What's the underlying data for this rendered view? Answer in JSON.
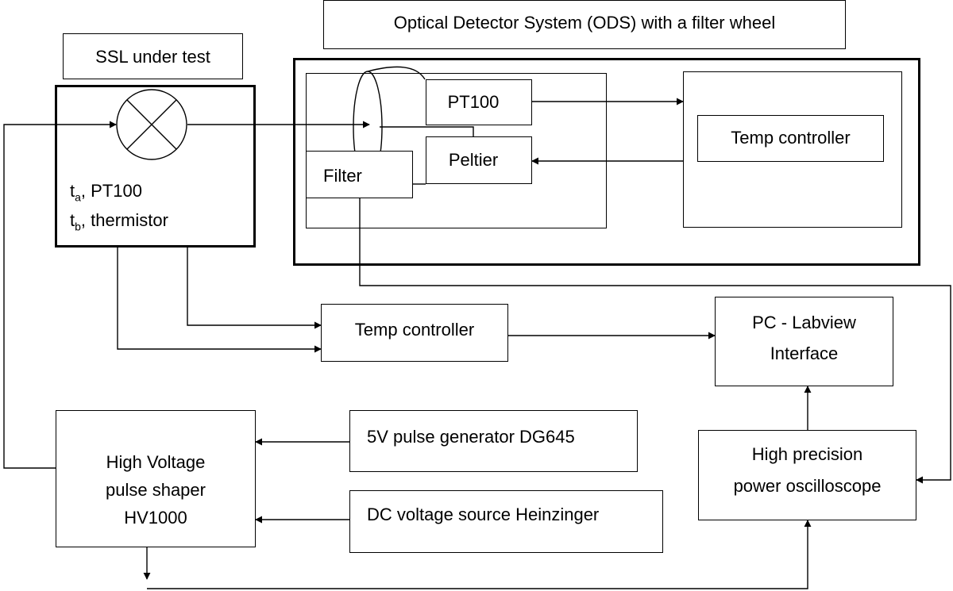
{
  "title_box": "Optical Detector System (ODS) with a filter wheel",
  "ssl_title": "SSL under test",
  "ssl_sensors": {
    "line1_var": "t",
    "line1_sub": "a",
    "line1_text": ", PT100",
    "line2_var": "t",
    "line2_sub": "b",
    "line2_text": ", thermistor"
  },
  "ods": {
    "pt100": "PT100",
    "peltier": "Peltier",
    "filter": "Filter",
    "temp_controller": "Temp controller"
  },
  "temp_controller": "Temp controller",
  "pc": {
    "line1": "PC  - Labview",
    "line2": "Interface"
  },
  "hv_shaper": {
    "line1": "High Voltage",
    "line2": "pulse shaper",
    "line3": "HV1000"
  },
  "pulse_gen": "5V pulse generator DG645",
  "dc_source": "DC voltage source Heinzinger",
  "oscilloscope": {
    "line1": "High precision",
    "line2": "power oscilloscope"
  },
  "colors": {
    "line": "#000000",
    "background": "#ffffff"
  }
}
